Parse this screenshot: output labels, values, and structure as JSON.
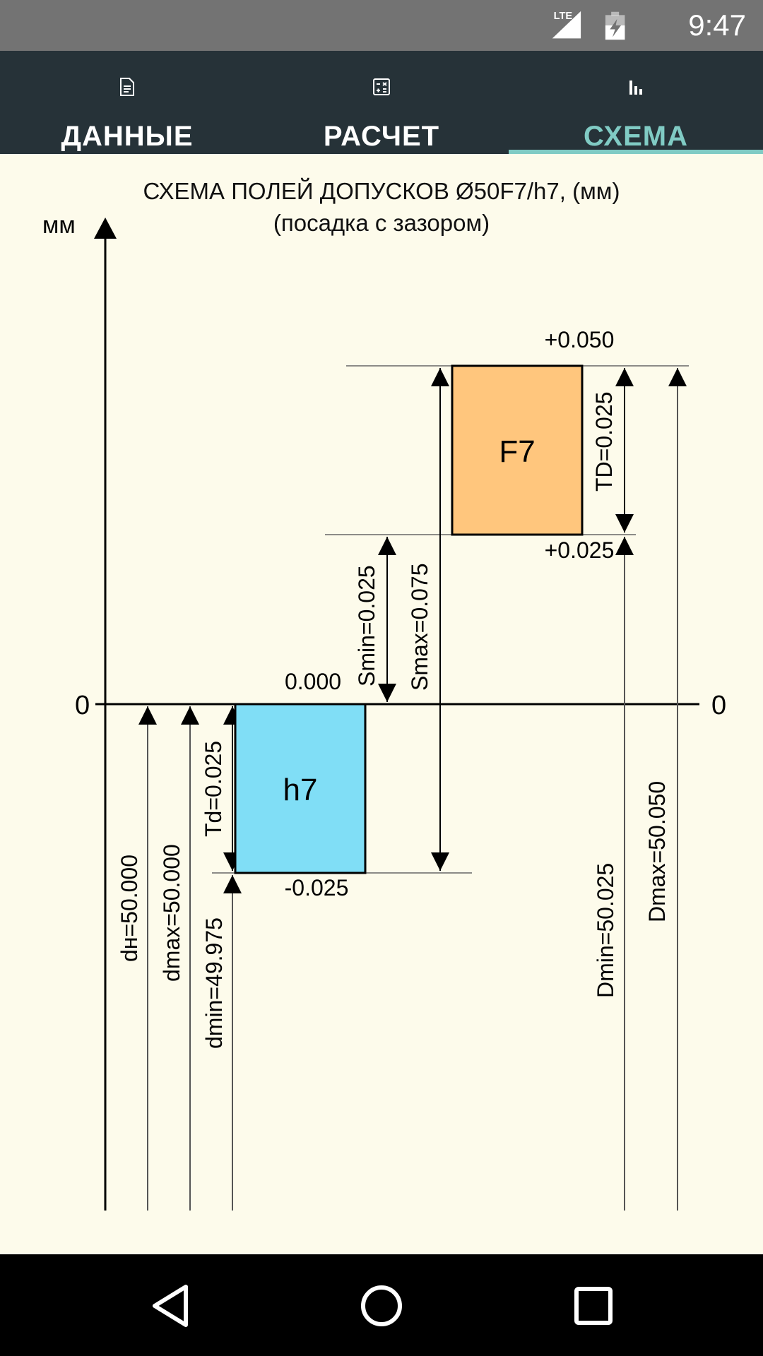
{
  "status_bar": {
    "time": "9:47",
    "network": "LTE",
    "icons": [
      "lte-signal-icon",
      "battery-charging-icon"
    ]
  },
  "tabs": [
    {
      "label": "ДАННЫЕ",
      "icon": "document-icon",
      "active": false
    },
    {
      "label": "РАСЧЕТ",
      "icon": "calculator-icon",
      "active": false
    },
    {
      "label": "СХЕМА",
      "icon": "bar-chart-icon",
      "active": true
    }
  ],
  "diagram": {
    "title": "СХЕМА ПОЛЕЙ ДОПУСКОВ  Ø50F7/h7, (мм)",
    "subtitle": "(посадка с зазором)",
    "axis_unit": "мм",
    "zero_left": "0",
    "zero_right": "0",
    "hole": {
      "name": "F7",
      "upper": "+0.050",
      "lower": "+0.025",
      "tolerance": "TD=0.025",
      "min": "Dmin=50.025",
      "max": "Dmax=50.050",
      "color": "#ffc67d"
    },
    "shaft": {
      "name": "h7",
      "upper": "0.000",
      "lower": "-0.025",
      "tolerance": "Td=0.025",
      "nominal": "dн=50.000",
      "max": "dmax=50.000",
      "min": "dmin=49.975",
      "color": "#80def6"
    },
    "clearance": {
      "min": "Smin=0.025",
      "max": "Smax=0.075"
    }
  },
  "nav": {
    "icons": [
      "back-icon",
      "home-icon",
      "recents-icon"
    ]
  }
}
